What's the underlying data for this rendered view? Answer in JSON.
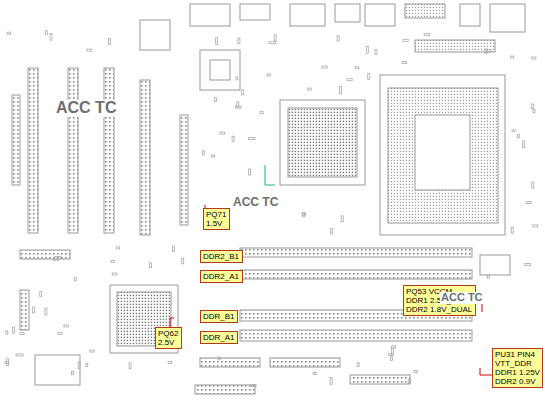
{
  "diagram": {
    "nodes": [
      {
        "text": [
          "PQ71",
          "1.5V"
        ]
      },
      {
        "text": [
          "DDR2_B1"
        ]
      },
      {
        "text": [
          "DDR2_A1"
        ]
      },
      {
        "text": [
          "DDR_B1"
        ]
      },
      {
        "text": [
          "PQ62",
          "2.5V"
        ]
      },
      {
        "text": [
          "DDR_A1"
        ]
      },
      {
        "text": [
          "PQ53 VCCM",
          "DDR1 2.5V_DUAL",
          "DDR2 1.8V_DUAL"
        ]
      },
      {
        "text": [
          "PU31 PIN4",
          "VTT_DDR",
          "DDR1 1.25V",
          "DDR2 0.9V"
        ]
      }
    ],
    "labels": [
      "ACC TC",
      "ACC TC",
      "ACC TC"
    ]
  }
}
